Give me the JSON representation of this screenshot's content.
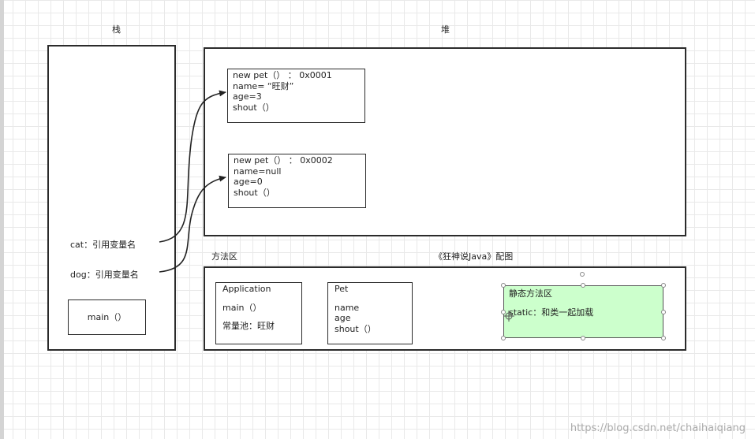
{
  "stack": {
    "title": "栈",
    "ref_cat": "cat：引用变量名",
    "ref_dog": "dog：引用变量名",
    "main": "main（）"
  },
  "heap": {
    "title": "堆",
    "objects": [
      {
        "lines": [
          "new pet（）   ：  0x0001",
          "name=  “旺财”",
          "age=3",
          "shout（）"
        ]
      },
      {
        "lines": [
          "new pet（）   ：  0x0002",
          "name=null",
          "age=0",
          "shout（）"
        ]
      }
    ]
  },
  "method_area": {
    "title": "方法区",
    "caption": "《狂神说Java》配图",
    "application": {
      "name": "Application",
      "method": "main（）",
      "pool": "常量池：旺财"
    },
    "pet": {
      "name": "Pet",
      "fields": [
        "name",
        "age",
        "shout（）"
      ]
    },
    "static_area": {
      "title": "静态方法区",
      "note": "static：和类一起加载",
      "fill_color": "#ccffcc"
    }
  },
  "watermark": "https://blog.csdn.net/chaihaiqiang"
}
